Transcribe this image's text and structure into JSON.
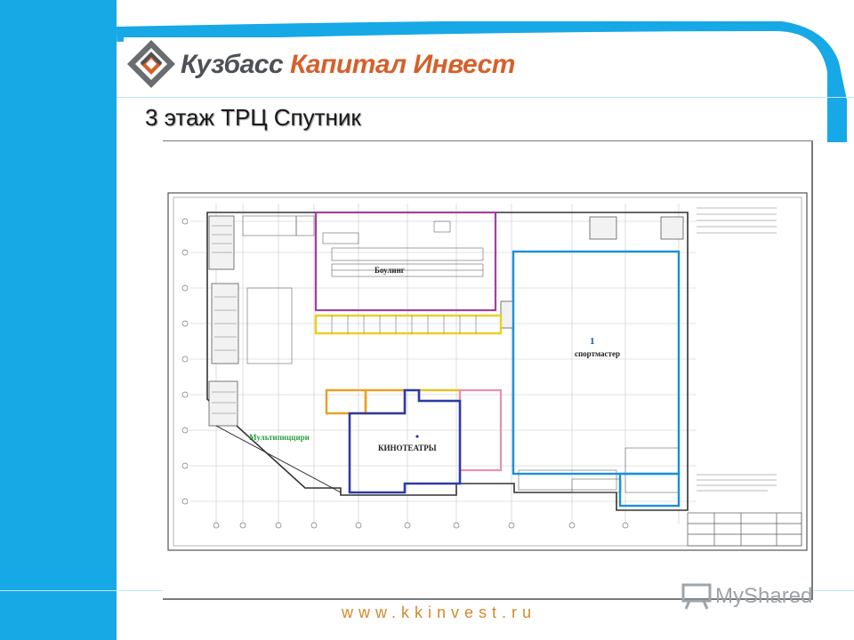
{
  "logo": {
    "word1": "Кузбасс",
    "word2": "Капитал Инвест",
    "brand_colors": {
      "gray": "#4d5054",
      "orange": "#d4612b"
    }
  },
  "slide": {
    "title": "3 этаж ТРЦ Спутник"
  },
  "plan": {
    "zones": [
      {
        "label": "Боулинг",
        "color": "#a040a0"
      },
      {
        "label": "1",
        "color": "#1a90d8"
      },
      {
        "label": "спортмастер",
        "color": "#1a90d8"
      },
      {
        "label": "КИНОТЕАТРЫ",
        "color": "#2b3aa8"
      },
      {
        "label": "Мультипиццири",
        "color": "#2aa040"
      }
    ],
    "highlight_colors": [
      "#e8d020",
      "#e8a020",
      "#e890b0"
    ]
  },
  "footer": {
    "url": "www.kkinvest.ru"
  },
  "watermark": {
    "text": "MyShared",
    "icon": "presentation-board-icon"
  },
  "theme": {
    "accent": "#17a8e6"
  }
}
